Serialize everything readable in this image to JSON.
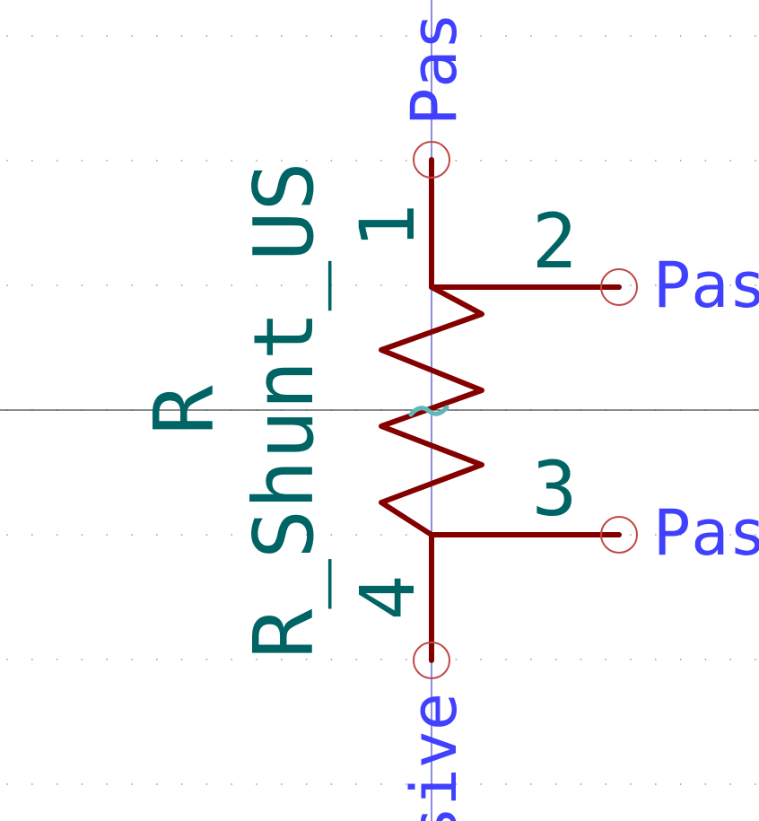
{
  "colors": {
    "background": "#ffffff",
    "grid_dot": "#9a9a9a",
    "crosshair_horizontal": "#1a1a1a",
    "crosshair_vertical": "#1a1acc",
    "body_line": "#840000",
    "pin_circle": "#c04848",
    "pin_type_text": "#4040ff",
    "pin_number_text": "#006464",
    "field_text": "#006464",
    "anchor_mark": "#5fb8b8"
  },
  "symbol": {
    "reference": "R",
    "value": "R_Shunt_US"
  },
  "pins": [
    {
      "number": "1",
      "type_label": "Pas",
      "side": "top"
    },
    {
      "number": "2",
      "type_label": "Pas",
      "side": "right"
    },
    {
      "number": "3",
      "type_label": "Pas",
      "side": "right"
    },
    {
      "number": "4",
      "type_label": "sive",
      "side": "bottom"
    }
  ]
}
